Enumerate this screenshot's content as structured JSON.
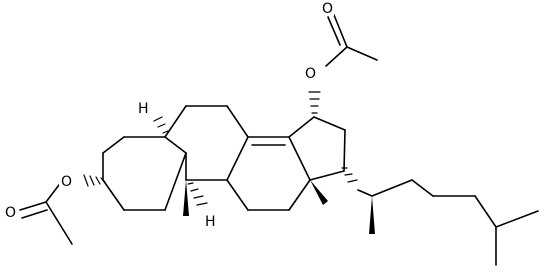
{
  "atoms": {
    "o_top": "O",
    "o_left_top": "O",
    "o_left_bottom": "O",
    "o_top_carbonyl": "O",
    "h_upper": "H",
    "h_lower": "H"
  },
  "colors": {
    "ink": "#000000",
    "background": "#ffffff"
  }
}
